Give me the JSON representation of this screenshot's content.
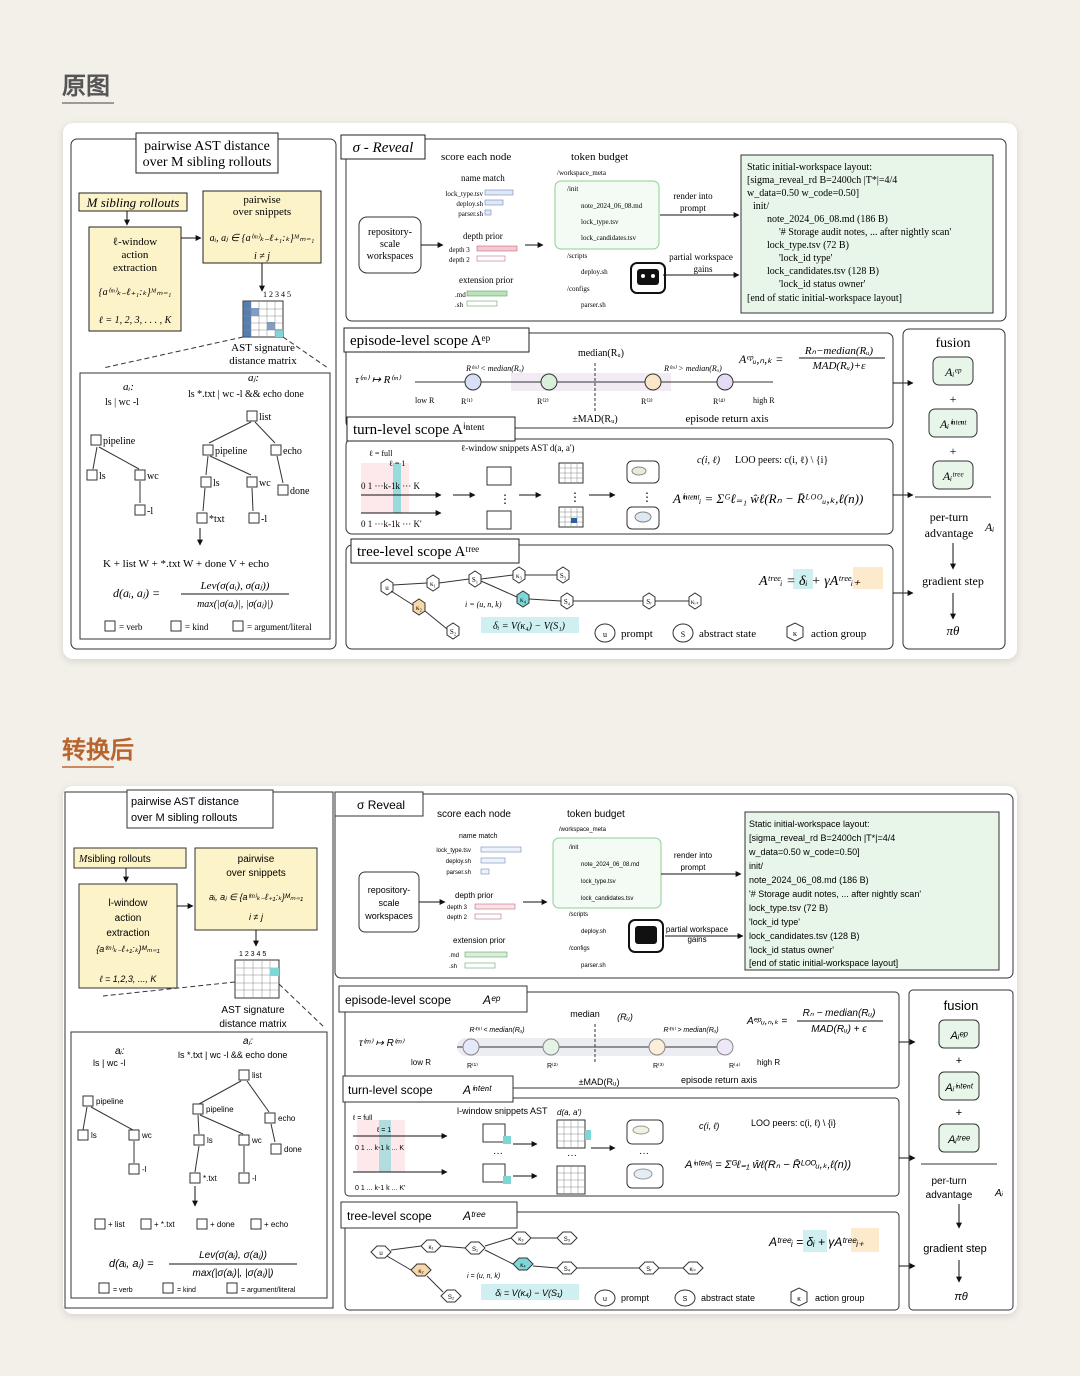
{
  "labels": {
    "original": "原图",
    "converted": "转换后"
  },
  "colors": {
    "title_original": "#555555",
    "title_converted": "#b8652d",
    "yellow_box": "#fdf3c9",
    "green_box": "#e8f5e9",
    "teal_highlight": "#7fd6d6",
    "pink_highlight": "#f8c8d0",
    "orange_highlight": "#f8d7a8"
  },
  "diagram": {
    "left_title": "pairwise AST distance\nover M sibling rollouts",
    "sibling_rollouts": "M sibling rollouts",
    "sibling_rollouts_m": "M",
    "sibling_rollouts_rest": "sibling rollouts",
    "window_action": "ℓ-window\naction\nextraction",
    "window_action_conv": "l-window\naction\nextraction",
    "ell_range": "ℓ = 1,2,3,...,K",
    "pairwise_snippets": "pairwise\nover snippets",
    "i_ne_j": "i ≠ j",
    "matrix_ticks": "1 2 3 4 5",
    "matrix_label": "AST signature\ndistance matrix",
    "ai_label": "aᵢ:",
    "ai_cmd": "ls | wc -l",
    "aj_label": "aⱼ:",
    "aj_cmd": "ls *.txt | wc -l && echo done",
    "tree_nodes": {
      "pipeline": "pipeline",
      "ls": "ls",
      "wc": "wc",
      "l": "-l",
      "list": "list",
      "echo": "echo",
      "done": "done",
      "txt": "*txt",
      "txt_conv": "*.txt"
    },
    "edit_ops": "K + list  W + *.txt  W + done  V + echo",
    "edit_list": "+ list",
    "edit_txt": "+ *.txt",
    "edit_done": "+ done",
    "edit_echo": "+ echo",
    "d_formula": "d(aᵢ, aⱼ) =",
    "lev_num": "Lev(σ(aᵢ), σ(aⱼ))",
    "lev_den": "max(|σ(aᵢ)|, |σ(aⱼ)|)",
    "legend_verb": "= verb",
    "legend_kind": "= kind",
    "legend_arg": "= argument/literal",
    "reveal_title": "σ - Reveal",
    "reveal_title_conv": "σ Reveal",
    "score_each_node": "score each node",
    "name_match": "name match",
    "score_files": [
      "lock_type.tsv",
      "deploy.sh",
      "parser.sh"
    ],
    "depth_prior": "depth prior",
    "depth_items": [
      "depth 3",
      "depth 2"
    ],
    "extension_prior": "extension prior",
    "ext_items": [
      ".md",
      ".sh"
    ],
    "repo_workspaces": "repository-\nscale\nworkspaces",
    "token_budget": "token budget",
    "workspace_tree": [
      "/workspace_meta",
      "/init",
      "note_2024_06_08.md",
      "lock_type.tsv",
      "lock_candidates.tsv",
      "/scripts",
      "deploy.sh",
      "/configs",
      "parser.sh"
    ],
    "render_prompt": "render into\nprompt",
    "partial_gains": "partial workspace\ngains",
    "static_layout": [
      "Static initial-workspace layout:",
      "[sigma_reveal_rd B=2400ch |T*|=4/4",
      "w_data=0.50  w_code=0.50]",
      "init/",
      "note_2024_06_08.md (186 B)",
      "'# Storage audit notes, ... after nightly scan'",
      "lock_type.tsv (72 B)",
      "'lock_id     type'",
      "lock_candidates.tsv (128 B)",
      "'lock_id     status     owner'",
      "[end of static initial-workspace layout]"
    ],
    "static_layout_conv": [
      "Static initial-workspace layout:",
      "[sigma_reveal_rd B=2400ch |T*|=4/4",
      "w_data=0.50 w_code=0.50]",
      "init/",
      "note_2024_06_08.md (186 B)",
      "'# Storage audit notes, ... after nightly scan'",
      "lock_type.tsv (72 B)",
      "'lock_id type'",
      "lock_candidates.tsv (128 B)",
      "'lock_id status owner'",
      "[end of static initial-workspace layout]"
    ],
    "episode_title": "episode-level scope",
    "episode_sym": "Aᵉᵖ",
    "tau_map": "τ⁽ᵐ⁾ ↦ R⁽ᵐ⁾",
    "median_label": "median(Rᵤ)",
    "median_word": "median",
    "median_ru": "(Rᵤ)",
    "lt_median": "R⁽ᵐ⁾ < median(Rᵤ)",
    "gt_median": "R⁽ᵐ⁾ > median(Rᵤ)",
    "low_r": "low R",
    "high_r": "high R",
    "r_points": [
      "R⁽¹⁾",
      "R⁽²⁾",
      "R⁽³⁾",
      "R⁽⁴⁾"
    ],
    "mad_label": "±MAD(Rᵤ)",
    "episode_axis": "episode return axis",
    "a_ep_lhs": "Aᵉᵖᵤ,ₙ,ₖ =",
    "a_ep_num": "Rₙ − median(Rᵤ)",
    "a_ep_den": "MAD(Rᵤ) + ε",
    "turn_title": "turn-level scope",
    "turn_sym": "Aⁱⁿᵗᵉⁿᵗ",
    "ell_full": "ℓ = full",
    "ell_one": "ℓ = 1",
    "seq_top": "0 1 ··· k-1 k ··· K",
    "seq_bot": "0 1 ··· k-1 k ··· K'",
    "seq_top_conv": "0 1 ... k-1 k ... K",
    "seq_bot_conv": "0 1 ... k-1 k ... K'",
    "window_snippets": "ℓ-window snippets  AST d(a, a')",
    "window_snippets_conv": "l-window snippets AST",
    "dots": "⋮",
    "c_il": "c(i, ℓ)",
    "loo_peers": "LOO peers: c(i, ℓ) \\ {i}",
    "a_intent_formula": "Aⁱⁿᵗᵉⁿᵗᵢ = Σᴳℓ₌₁ ŵℓ(Rₙ − R̄ᴸᴼᴼᵤ,ₖ,ℓ(n))",
    "tree_title": "tree-level scope",
    "tree_sym": "Aᵗʳᵉᵉ",
    "tree_nodes_lbl": [
      "u",
      "κ₁",
      "κ₂",
      "S₁",
      "κ₃",
      "S₃",
      "κ₄",
      "S₄",
      "Sᵣ",
      "κᵢ₊"
    ],
    "i_eq": "i = (u, n, k)",
    "delta_formula": "δᵢ = V(κ₄) − V(S₁)",
    "a_tree_formula": "Aᵗʳᵉᵉᵢ = δᵢ + γAᵗʳᵉᵉᵢ₊",
    "legend_prompt": "prompt",
    "legend_state": "abstract state",
    "legend_action": "action group",
    "fusion": "fusion",
    "fusion_items": [
      "Aᵢᵉᵖ",
      "Aᵢⁱⁿᵗᵉⁿᵗ",
      "Aᵢᵗʳᵉᵉ"
    ],
    "plus": "+",
    "per_turn": "per-turn\nadvantage",
    "a_i": "Aᵢ",
    "gradient_step": "gradient step",
    "pi_theta": "πθ"
  }
}
